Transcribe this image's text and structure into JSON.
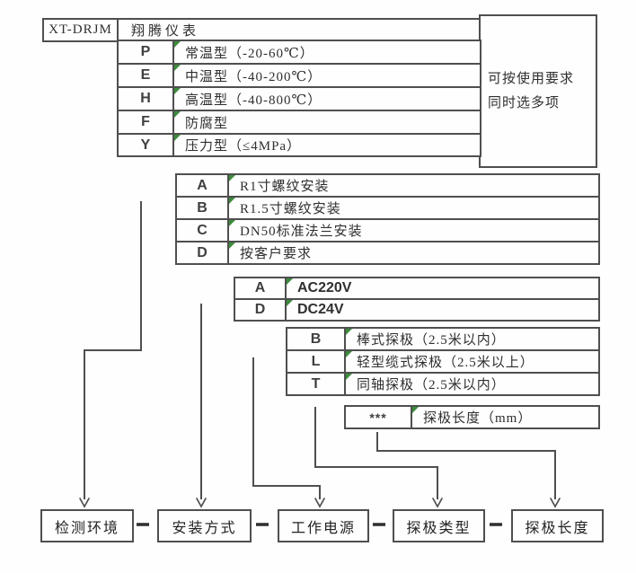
{
  "title_row": {
    "model": "XT-DRJM",
    "brand": "翔腾仪表"
  },
  "side_note": {
    "line1": "可按使用要求",
    "line2": "同时选多项"
  },
  "temperature_options": [
    {
      "code": "P",
      "label": "常温型（-20-60℃）"
    },
    {
      "code": "E",
      "label": "中温型（-40-200℃）"
    },
    {
      "code": "H",
      "label": "高温型（-40-800℃）"
    },
    {
      "code": "F",
      "label": "防腐型"
    },
    {
      "code": "Y",
      "label": "压力型（≤4MPa）"
    }
  ],
  "installation_options": [
    {
      "code": "A",
      "label": "R1寸螺纹安装"
    },
    {
      "code": "B",
      "label": "R1.5寸螺纹安装"
    },
    {
      "code": "C",
      "label": "DN50标准法兰安装"
    },
    {
      "code": "D",
      "label": "按客户要求"
    }
  ],
  "power_options": [
    {
      "code": "A",
      "label": "AC220V"
    },
    {
      "code": "D",
      "label": "DC24V"
    }
  ],
  "probe_options": [
    {
      "code": "B",
      "label": "棒式探极（2.5米以内）"
    },
    {
      "code": "L",
      "label": "轻型缆式探极（2.5米以上）"
    },
    {
      "code": "T",
      "label": "同轴探极（2.5米以内）"
    }
  ],
  "length_option": {
    "code": "***",
    "label": "探极长度（mm）"
  },
  "bottom_labels": {
    "env": "检测环境",
    "install": "安装方式",
    "power": "工作电源",
    "probe": "探极类型",
    "length": "探极长度"
  },
  "colors": {
    "line": "#4f4f4f",
    "corner_marker_green": "#3c8c3c",
    "text": "#2f2f2f",
    "background": "#fefefe"
  }
}
